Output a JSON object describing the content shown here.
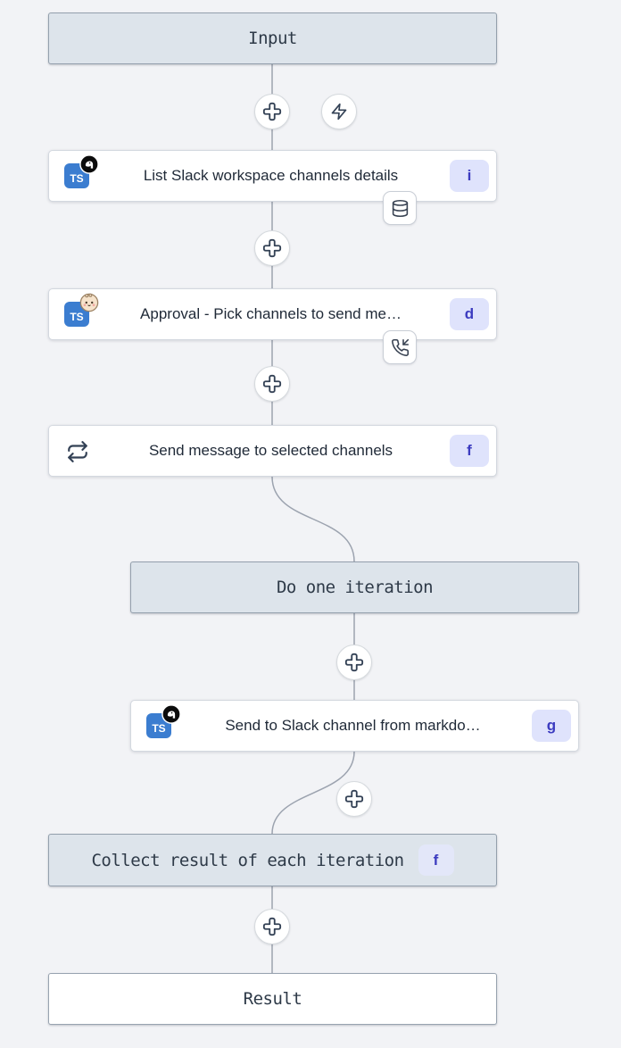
{
  "colors": {
    "background": "#f2f3f6",
    "label_box_fill": "#dde4eb",
    "label_box_border": "#94a0ad",
    "node_fill": "#ffffff",
    "edge": "#9ca3af",
    "badge_bg": "#dfe3fc",
    "badge_text": "#3c3cc0",
    "typescript_blue": "#3b7dd0",
    "icon_stroke": "#334155"
  },
  "graph": {
    "input": {
      "label": "Input"
    },
    "result": {
      "label": "Result"
    },
    "loop_head": {
      "label": "Do one iteration"
    },
    "collect": {
      "label": "Collect result of each iteration",
      "badge": "f"
    },
    "steps": [
      {
        "title": "List Slack workspace channels details",
        "badge": "i",
        "runtime": "deno",
        "attachment": "database"
      },
      {
        "title": "Approval - Pick channels to send me…",
        "badge": "d",
        "runtime": "bun",
        "attachment": "phone-incoming"
      },
      {
        "title": "Send message to selected channels",
        "badge": "f",
        "icon": "repeat"
      },
      {
        "title": "Send to Slack channel from markdo…",
        "badge": "g",
        "runtime": "deno"
      }
    ]
  }
}
